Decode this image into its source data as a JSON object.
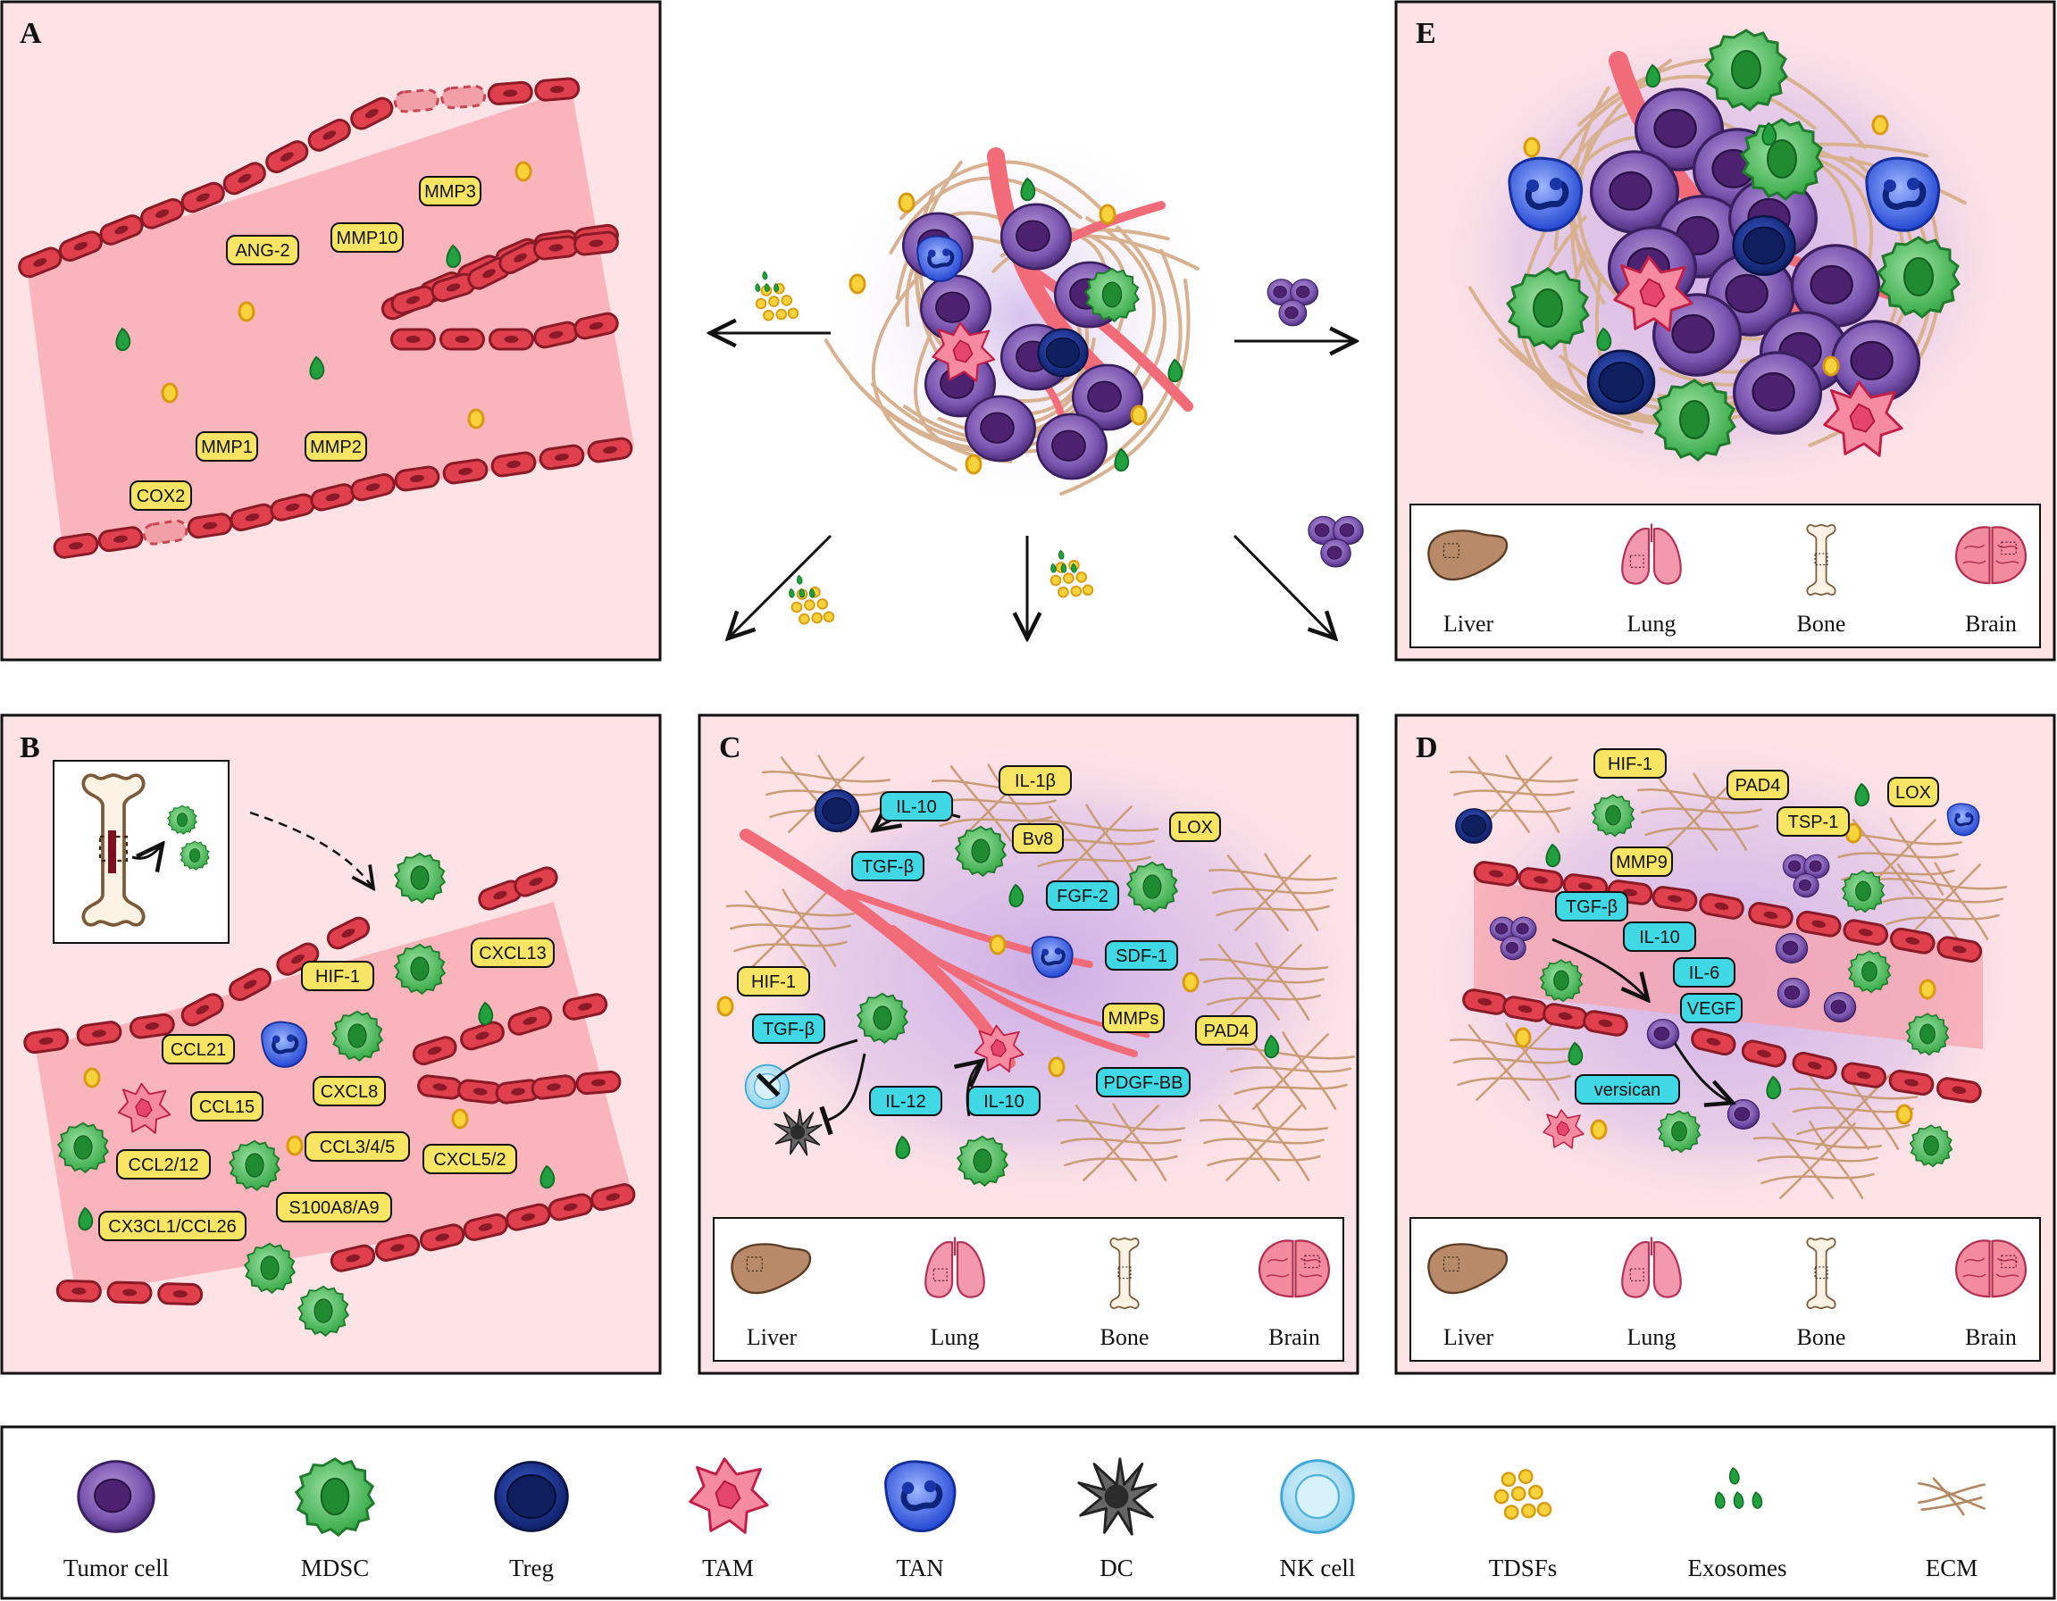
{
  "panels": {
    "A": {
      "letter": "A",
      "labels": [
        "MMP3",
        "ANG-2",
        "MMP10",
        "MMP1",
        "MMP2",
        "COX2"
      ]
    },
    "B": {
      "letter": "B",
      "labels": [
        "HIF-1",
        "CXCL13",
        "CCL21",
        "CCL15",
        "CXCL8",
        "CCL2/12",
        "CCL3/4/5",
        "CXCL5/2",
        "CX3CL1/CCL26",
        "S100A8/A9"
      ]
    },
    "C": {
      "letter": "C",
      "yellow_labels": [
        "IL-1β",
        "Bv8",
        "LOX",
        "HIF-1",
        "MMPs",
        "PAD4"
      ],
      "cyan_labels": [
        "IL-10",
        "TGF-β",
        "FGF-2",
        "SDF-1",
        "TGF-β",
        "IL-12",
        "IL-10",
        "PDGF-BB"
      ]
    },
    "D": {
      "letter": "D",
      "yellow_labels": [
        "HIF-1",
        "PAD4",
        "LOX",
        "TSP-1",
        "MMP9"
      ],
      "cyan_labels": [
        "TGF-β",
        "IL-10",
        "IL-6",
        "VEGF",
        "versican"
      ]
    },
    "E": {
      "letter": "E"
    }
  },
  "organs": [
    "Liver",
    "Lung",
    "Bone",
    "Brain"
  ],
  "legend": [
    {
      "key": "tumor",
      "label": "Tumor cell"
    },
    {
      "key": "mdsc",
      "label": "MDSC"
    },
    {
      "key": "treg",
      "label": "Treg"
    },
    {
      "key": "tam",
      "label": "TAM"
    },
    {
      "key": "tan",
      "label": "TAN"
    },
    {
      "key": "dc",
      "label": "DC"
    },
    {
      "key": "nk",
      "label": "NK cell"
    },
    {
      "key": "tdsf",
      "label": "TDSFs"
    },
    {
      "key": "exo",
      "label": "Exosomes"
    },
    {
      "key": "ecm",
      "label": "ECM"
    }
  ],
  "colors": {
    "panel_bg": "#fde2e6",
    "vessel_cell": "#e0404e",
    "label_yellow": "#f8e463",
    "label_cyan": "#3fd8e4",
    "tumor": "#6b3f9a",
    "mdsc": "#3fb34f",
    "treg": "#1a2f86",
    "tam": "#f06680",
    "tan": "#3460e0",
    "dc": "#555555",
    "nk": "#8fd8f0"
  }
}
